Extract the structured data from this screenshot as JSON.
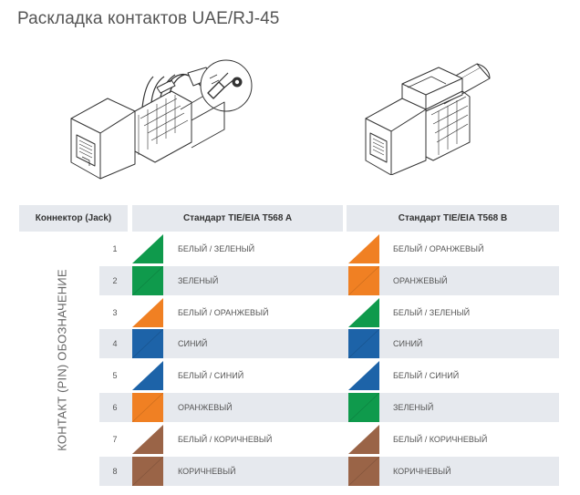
{
  "title": "Раскладка контактов UAE/RJ-45",
  "table": {
    "header_jack": "Коннектор (Jack)",
    "header_a": "Стандарт TIE/EIA T568 A",
    "header_b": "Стандарт TIE/EIA T568 B",
    "side_label": "КОНТАКТ (PIN) ОБОЗНАЧЕНИЕ",
    "rows": [
      {
        "pin": "1",
        "a_label": "БЕЛЫЙ / ЗЕЛЕНЫЙ",
        "a_color": "#0f9a4c",
        "a_striped": true,
        "b_label": "БЕЛЫЙ / ОРАНЖЕВЫЙ",
        "b_color": "#f08023",
        "b_striped": true
      },
      {
        "pin": "2",
        "a_label": "ЗЕЛЕНЫЙ",
        "a_color": "#0f9a4c",
        "a_striped": false,
        "b_label": "ОРАНЖЕВЫЙ",
        "b_color": "#f08023",
        "b_striped": false
      },
      {
        "pin": "3",
        "a_label": "БЕЛЫЙ / ОРАНЖЕВЫЙ",
        "a_color": "#f08023",
        "a_striped": true,
        "b_label": "БЕЛЫЙ / ЗЕЛЕНЫЙ",
        "b_color": "#0f9a4c",
        "b_striped": true
      },
      {
        "pin": "4",
        "a_label": "СИНИЙ",
        "a_color": "#1d63a8",
        "a_striped": false,
        "b_label": "СИНИЙ",
        "b_color": "#1d63a8",
        "b_striped": false
      },
      {
        "pin": "5",
        "a_label": "БЕЛЫЙ / СИНИЙ",
        "a_color": "#1d63a8",
        "a_striped": true,
        "b_label": "БЕЛЫЙ / СИНИЙ",
        "b_color": "#1d63a8",
        "b_striped": true
      },
      {
        "pin": "6",
        "a_label": "ОРАНЖЕВЫЙ",
        "a_color": "#f08023",
        "a_striped": false,
        "b_label": "ЗЕЛЕНЫЙ",
        "b_color": "#0f9a4c",
        "b_striped": false
      },
      {
        "pin": "7",
        "a_label": "БЕЛЫЙ / КОРИЧНЕВЫЙ",
        "a_color": "#9a6447",
        "a_striped": true,
        "b_label": "БЕЛЫЙ / КОРИЧНЕВЫЙ",
        "b_color": "#9a6447",
        "b_striped": true
      },
      {
        "pin": "8",
        "a_label": "КОРИЧНЕВЫЙ",
        "a_color": "#9a6447",
        "a_striped": false,
        "b_label": "КОРИЧНЕВЫЙ",
        "b_color": "#9a6447",
        "b_striped": false
      }
    ]
  }
}
